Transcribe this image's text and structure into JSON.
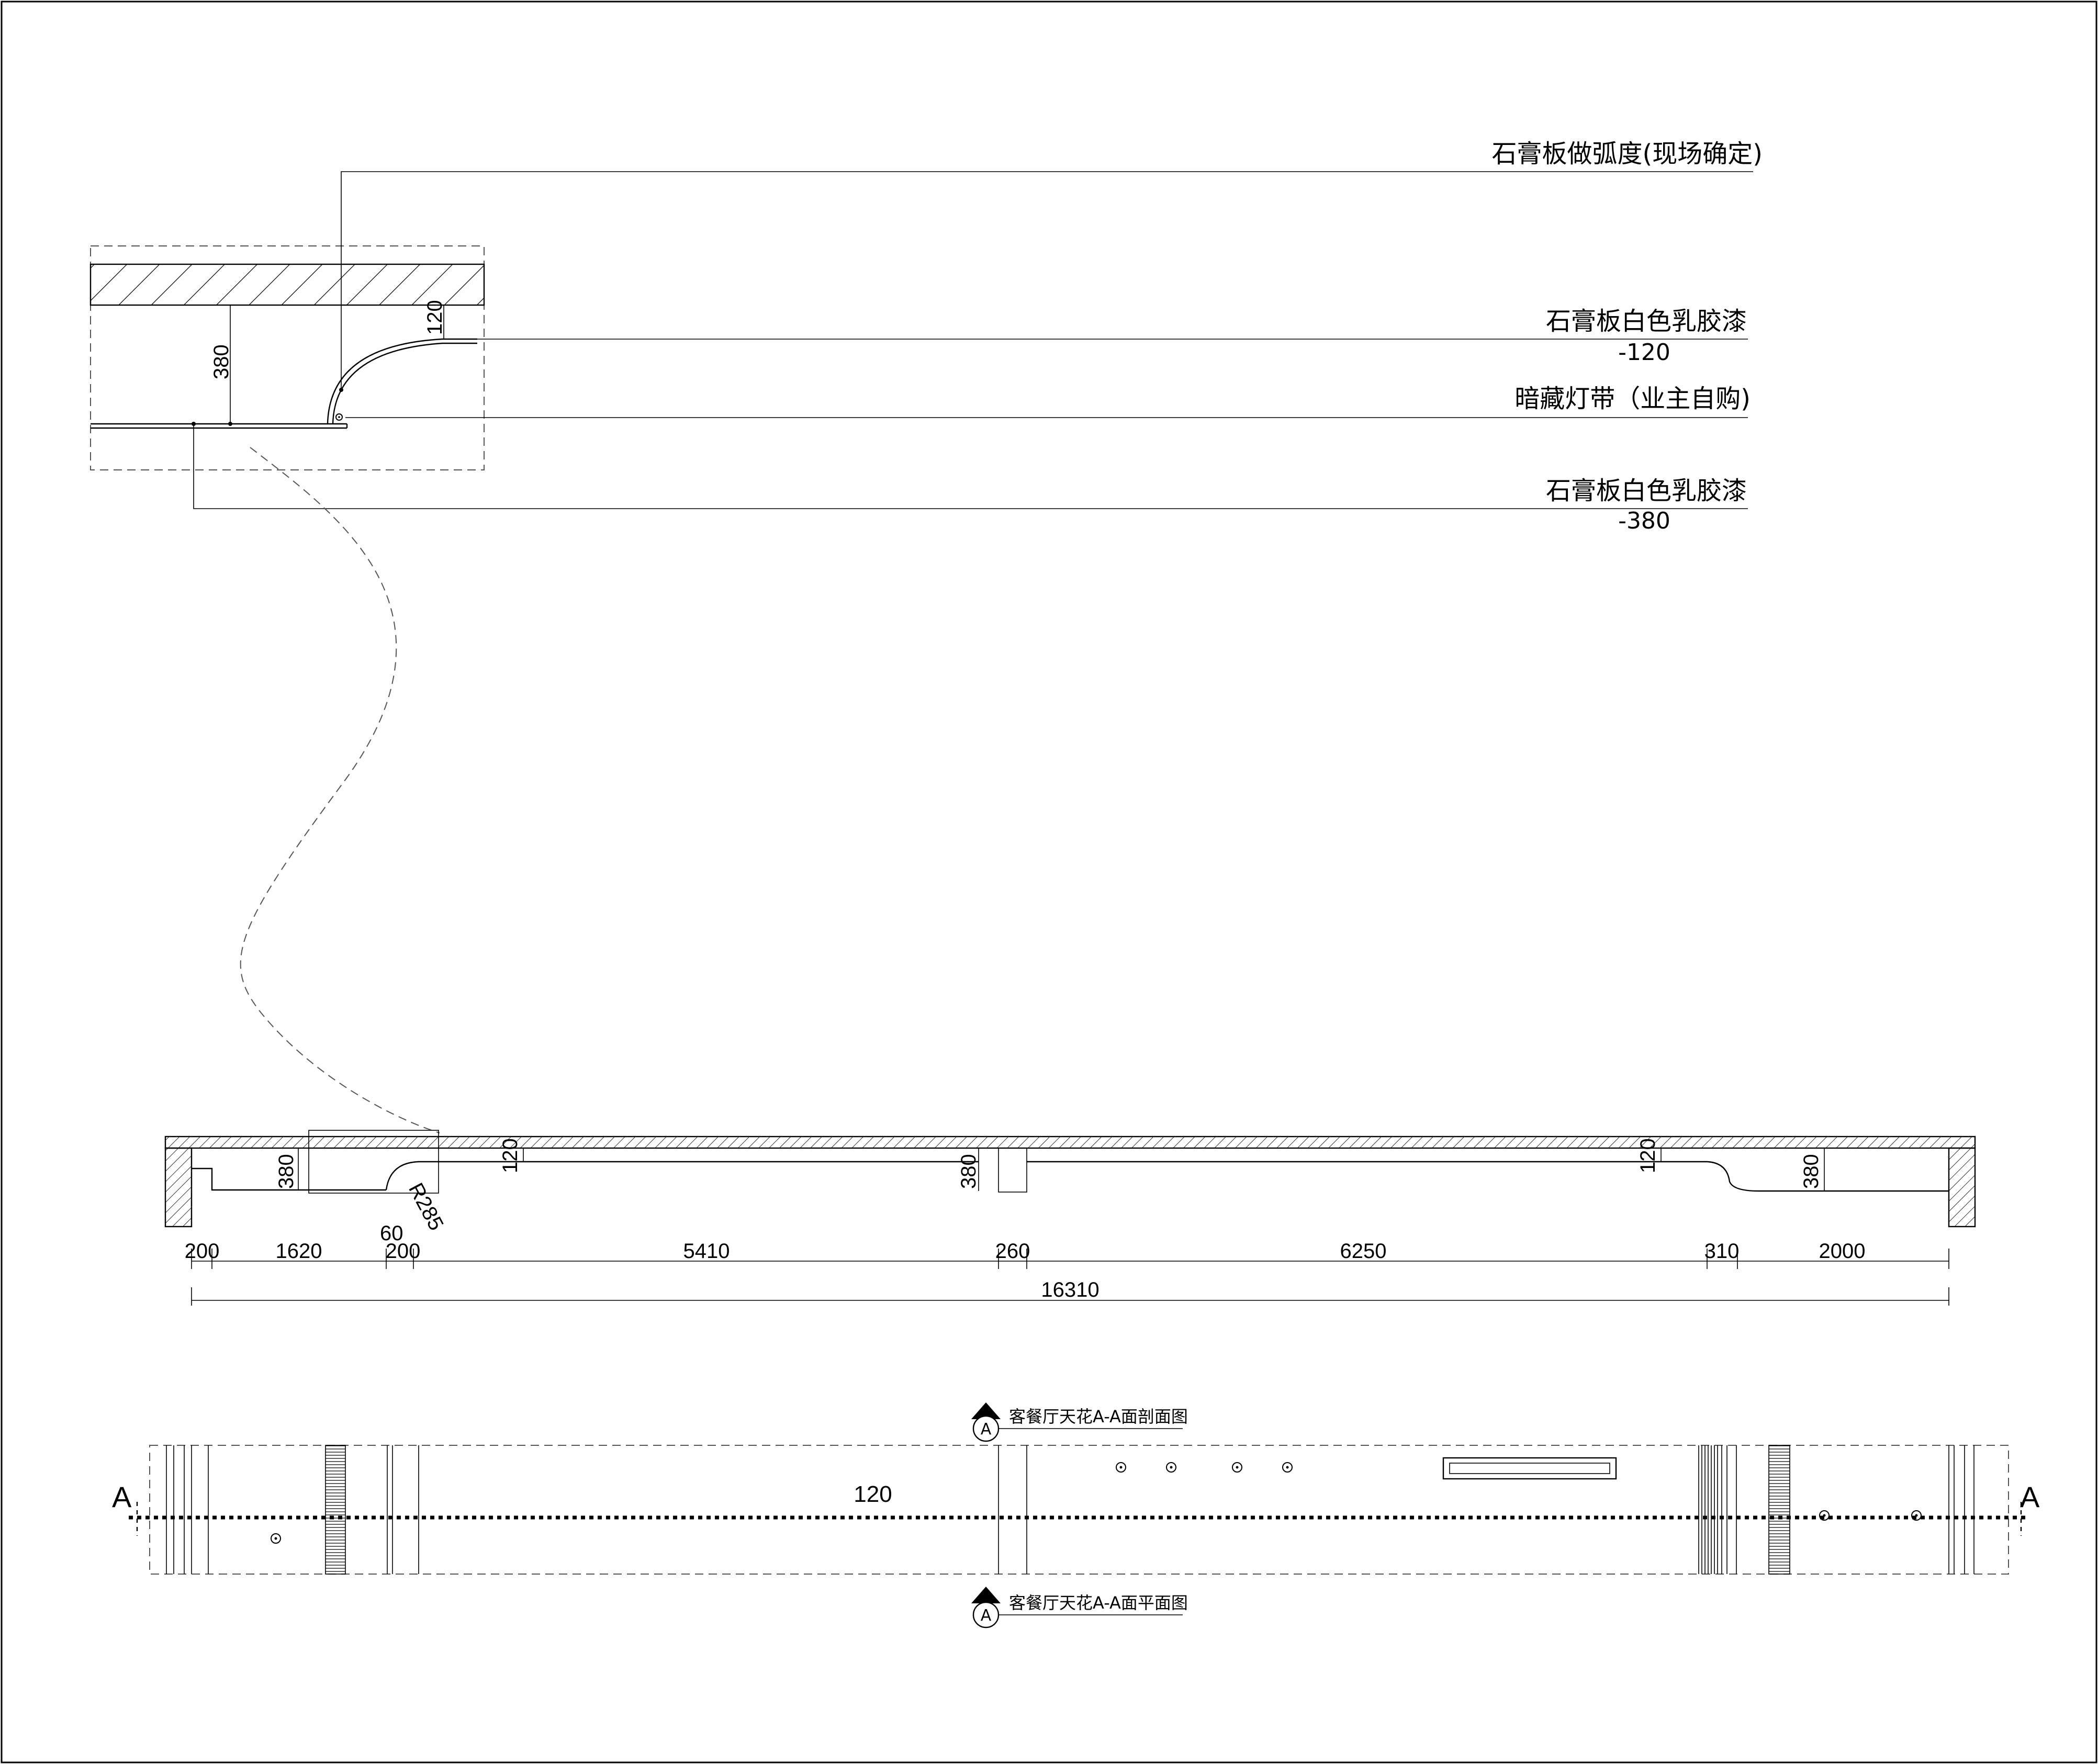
{
  "detail": {
    "callouts": [
      {
        "text": "石膏板做弧度(现场确定)"
      },
      {
        "text": "石膏板白色乳胶漆",
        "sub": "-120"
      },
      {
        "text": "暗藏灯带（业主自购)"
      },
      {
        "text": "石膏板白色乳胶漆",
        "sub": "-380"
      }
    ],
    "dims": {
      "height": "380",
      "drop": "120"
    }
  },
  "section": {
    "drop_dims": [
      "380",
      "120",
      "380",
      "120",
      "380"
    ],
    "radius": "R285",
    "offset": "60",
    "segments": [
      "200",
      "1620",
      "200",
      "5410",
      "260",
      "6250",
      "310",
      "2000"
    ],
    "total": "16310",
    "title": "客餐厅天花A-A面剖面图",
    "marker": "A"
  },
  "plan": {
    "dim": "120",
    "section_mark_left": "A",
    "section_mark_right": "A",
    "title": "客餐厅天花A-A面平面图",
    "marker": "A"
  }
}
